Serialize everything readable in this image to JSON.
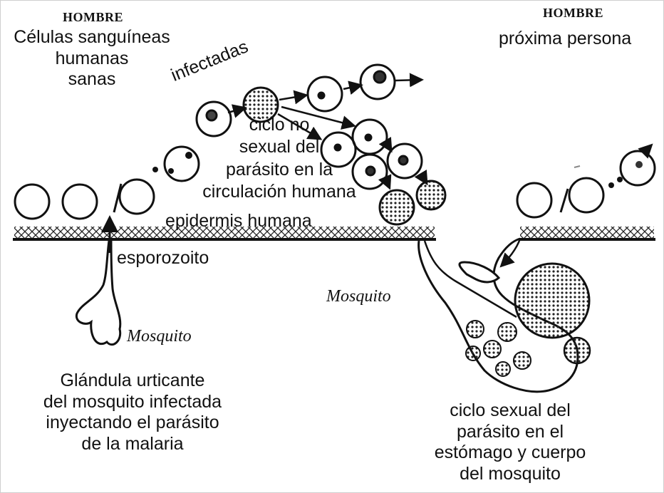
{
  "labels": {
    "hombre_left": "HOMBRE",
    "healthy_cells": "Células sanguíneas\nhumanas\nsanas",
    "infected": "infectadas",
    "asexual_cycle": "ciclo no\nsexual del\nparásito en la\ncirculación humana",
    "epidermis": "epidermis humana",
    "sporozoite": "esporozoito",
    "mosquito_left": "Mosquito",
    "gland": "Glándula urticante\ndel mosquito infectada\ninyectando el parásito\nde la malaria",
    "hombre_right": "HOMBRE",
    "next_person": "próxima persona",
    "mosquito_right": "Mosquito",
    "sexual_cycle": "ciclo sexual del\nparásito en el\nestómago y cuerpo\ndel mosquito"
  }
}
